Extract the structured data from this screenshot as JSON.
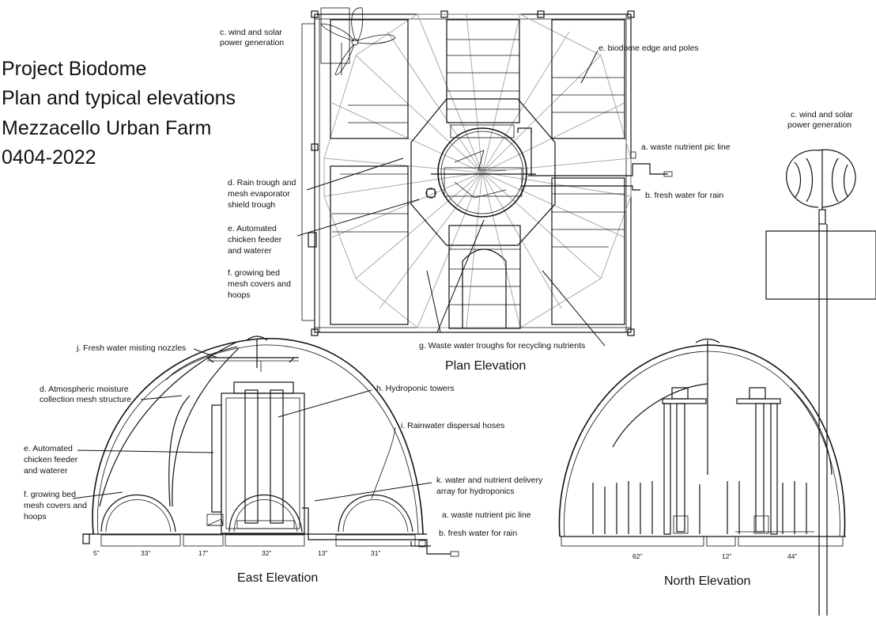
{
  "title": {
    "lines": [
      "Project Biodome",
      "Plan and typical elevations",
      "Mezzacello Urban Farm",
      "0404-2022"
    ]
  },
  "plan": {
    "caption": "Plan Elevation",
    "labels": {
      "c_wind_solar_1": "c. wind and solar",
      "c_wind_solar_2": "power generation",
      "e_edge": "e. biodome edge and poles",
      "a_waste": "a. waste nutrient pic line",
      "b_fresh": "b. fresh water for rain",
      "d_rain_1": "d. Rain trough and",
      "d_rain_2": "mesh evaporator",
      "d_rain_3": "shield trough",
      "e_feeder_1": "e. Automated",
      "e_feeder_2": "chicken feeder",
      "e_feeder_3": "and waterer",
      "f_bed_1": "f. growing bed",
      "f_bed_2": "mesh covers and",
      "f_bed_3": "hoops",
      "g_waste": "g. Waste water troughs for recycling nutrients"
    }
  },
  "side": {
    "c_wind_solar_1": "c. wind and solar",
    "c_wind_solar_2": "power generation"
  },
  "east": {
    "caption": "East Elevation",
    "labels": {
      "j_misting": "j. Fresh water misting nozzles",
      "d_atmo_1": "d. Atmospheric moisture",
      "d_atmo_2": "collection mesh structure",
      "h_hydro": "h. Hydroponic towers",
      "i_rain": "i. Rainwater dispersal hoses",
      "e_feeder_1": "e. Automated",
      "e_feeder_2": "chicken feeder",
      "e_feeder_3": "and waterer",
      "k_delivery_1": "k. water and nutrient delivery",
      "k_delivery_2": "array for hydroponics",
      "f_bed_1": "f. growing bed",
      "f_bed_2": "mesh covers and",
      "f_bed_3": "hoops",
      "a_waste": "a. waste nutrient pic line",
      "b_fresh": "b. fresh water for rain"
    },
    "dims": [
      "5”",
      "33”",
      "17”",
      "32”",
      "13”",
      "31”"
    ]
  },
  "north": {
    "caption": "North Elevation",
    "dims": [
      "62”",
      "12”",
      "44”"
    ]
  }
}
